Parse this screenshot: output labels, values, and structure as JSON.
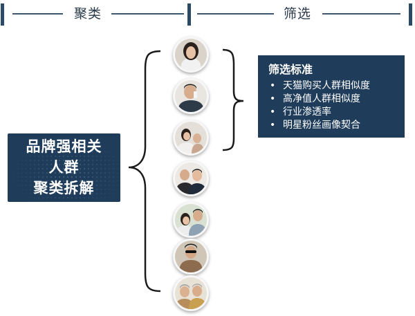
{
  "header": {
    "left_label": "聚类",
    "right_label": "筛选"
  },
  "left_box": {
    "lines": [
      "品牌强相关",
      "人群",
      "聚类拆解"
    ]
  },
  "right_box": {
    "title": "筛选标准",
    "items": [
      "天猫购买人群相似度",
      "高净值人群相似度",
      "行业渗透率",
      "明星粉丝画像契合"
    ]
  },
  "colors": {
    "navy": "#1f3c5a",
    "header_line": "#3e556c",
    "bracket": "#1a1a1a"
  },
  "icons": [
    "person-photo-icon"
  ]
}
